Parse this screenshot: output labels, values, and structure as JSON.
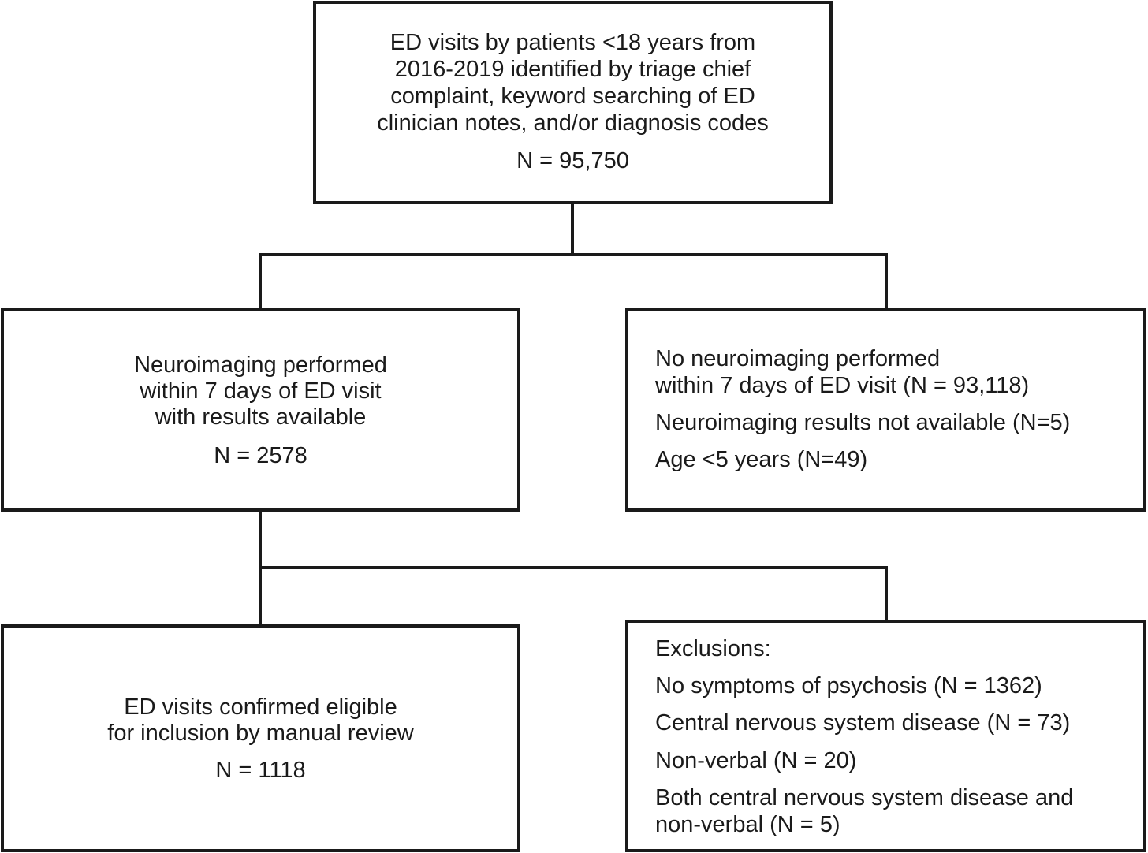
{
  "top_box": {
    "lines": [
      "ED visits by patients <18 years from",
      "2016-2019 identified by triage chief",
      "complaint, keyword searching of ED",
      "clinician notes, and/or diagnosis codes"
    ],
    "count": "N = 95,750"
  },
  "neuroimaging_box": {
    "lines": [
      "Neuroimaging performed",
      "within 7 days of ED visit",
      "with results available"
    ],
    "count": "N = 2578"
  },
  "no_neuroimaging_box": {
    "lines": [
      "No neuroimaging performed",
      "within 7 days of ED visit (N = 93,118)",
      "Neuroimaging results not available (N=5)",
      "Age <5 years (N=49)"
    ]
  },
  "eligible_box": {
    "lines": [
      "ED visits confirmed eligible",
      "for inclusion by manual review"
    ],
    "count": "N = 1118"
  },
  "exclusions_box": {
    "heading": "Exclusions:",
    "lines": [
      "No symptoms of psychosis (N = 1362)",
      "Central nervous system disease (N = 73)",
      "Non-verbal (N = 20)",
      "Both central nervous system disease and",
      "non-verbal (N = 5)"
    ]
  }
}
